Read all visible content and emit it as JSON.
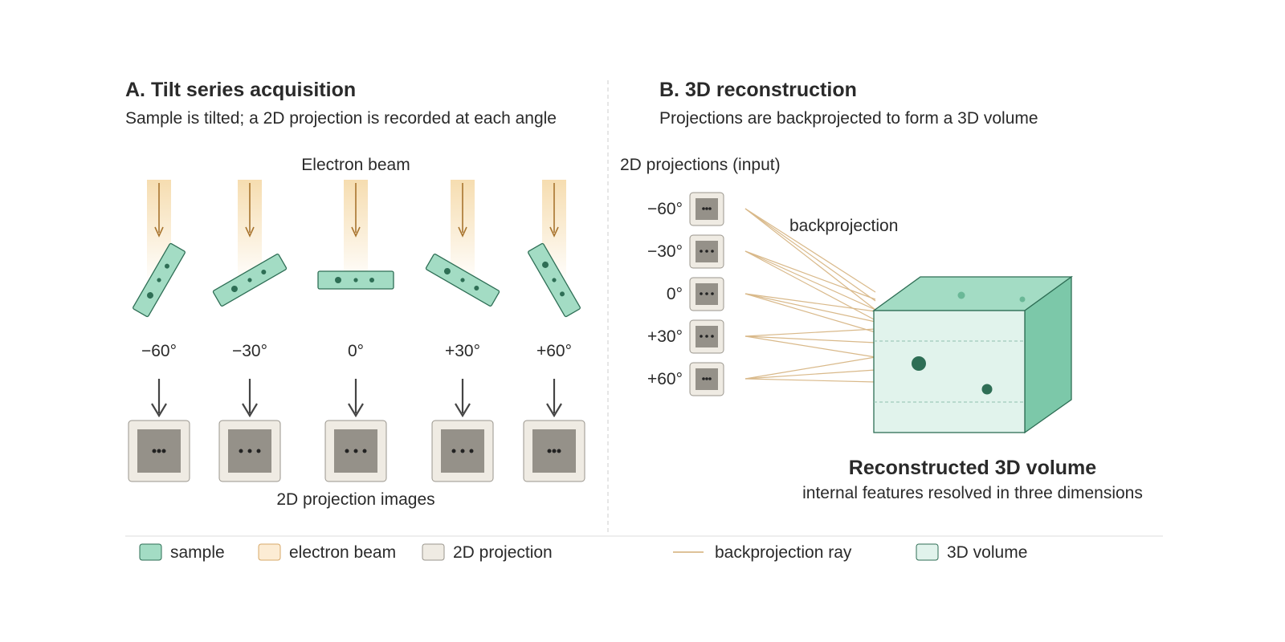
{
  "panel_a": {
    "title": "A. Tilt series acquisition",
    "subtitle": "Sample is tilted; a 2D projection is recorded at each angle",
    "beam_label": "Electron beam",
    "projections_label": "2D projection images",
    "tilts": [
      {
        "label": "−60°",
        "angle": -60
      },
      {
        "label": "−30°",
        "angle": -30
      },
      {
        "label": "0°",
        "angle": 0
      },
      {
        "label": "+30°",
        "angle": 30
      },
      {
        "label": "+60°",
        "angle": 60
      }
    ]
  },
  "panel_b": {
    "title": "B. 3D reconstruction",
    "subtitle": "Projections are backprojected to form a 3D volume",
    "input_label": "2D projections (input)",
    "backprojection_label": "backprojection",
    "input_angles": [
      "−60°",
      "−30°",
      "0°",
      "+30°",
      "+60°"
    ],
    "volume_title": "Reconstructed 3D volume",
    "volume_subtitle": "internal features resolved in three dimensions"
  },
  "legend": [
    {
      "key": "sample",
      "label": "sample"
    },
    {
      "key": "beam",
      "label": "electron beam"
    },
    {
      "key": "projection",
      "label": "2D projection"
    },
    {
      "key": "ray",
      "label": "backprojection ray"
    },
    {
      "key": "volume",
      "label": "3D volume"
    }
  ],
  "colors": {
    "sample_fill": "#a3dcc4",
    "sample_stroke": "#2e6e55",
    "dot": "#2e6e55",
    "beam": "#f6ddb0",
    "beam_arrow": "#a8742e",
    "projection_frame": "#efebe3",
    "projection_stroke": "#9a968d",
    "projection_inner": "#959189",
    "ray": "#d9b98a",
    "volume_front": "#e1f3ec",
    "volume_top": "#a3dcc4",
    "volume_side": "#7cc8a9",
    "divider": "#cccccc",
    "arrow": "#444444"
  }
}
